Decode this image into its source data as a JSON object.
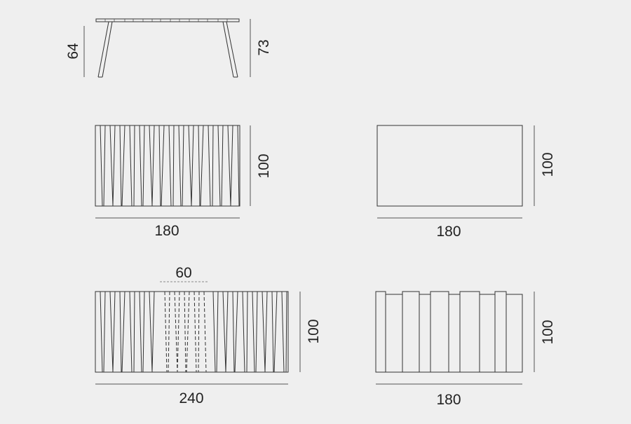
{
  "colors": {
    "background": "#efefef",
    "line": "#333333",
    "dim_line": "#555555"
  },
  "side_view": {
    "height_under": "64",
    "height_total": "73"
  },
  "top_slatted": {
    "width": "180",
    "depth": "100"
  },
  "top_plain": {
    "width": "180",
    "depth": "100"
  },
  "extended": {
    "width": "240",
    "depth": "100",
    "extension": "60"
  },
  "staggered": {
    "width": "180",
    "depth": "100"
  }
}
